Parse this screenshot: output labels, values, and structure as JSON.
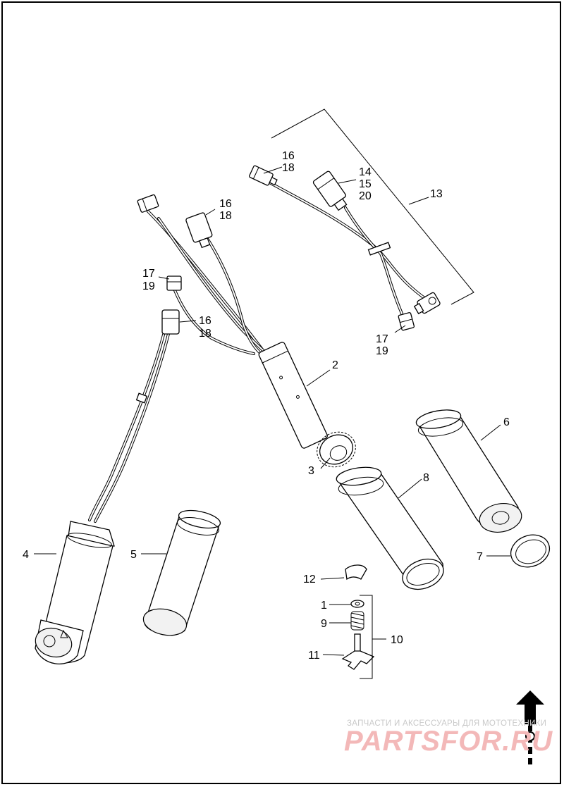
{
  "callouts": {
    "c1": "1",
    "c2": "2",
    "c3": "3",
    "c4": "4",
    "c5": "5",
    "c6": "6",
    "c7": "7",
    "c8": "8",
    "c9": "9",
    "c10": "10",
    "c11": "11",
    "c12": "12",
    "c13": "13",
    "c14_15_20": [
      "14",
      "15",
      "20"
    ],
    "c16_18_top": [
      "16",
      "18"
    ],
    "c16_18_mid": [
      "16",
      "18"
    ],
    "c16_18_left": [
      "16",
      "18"
    ],
    "c17_19_left": [
      "17",
      "19"
    ],
    "c17_19_right": [
      "17",
      "19"
    ]
  },
  "watermark": {
    "tagline": "ЗАПЧАСТИ И АКСЕССУАРЫ ДЛЯ МОТОТЕХНИКИ",
    "brand": "PARTSFOR.RU"
  },
  "icons": [
    "front-direction-arrow-icon"
  ],
  "colors": {
    "line": "#000000",
    "watermark": "#f3b8b8"
  }
}
